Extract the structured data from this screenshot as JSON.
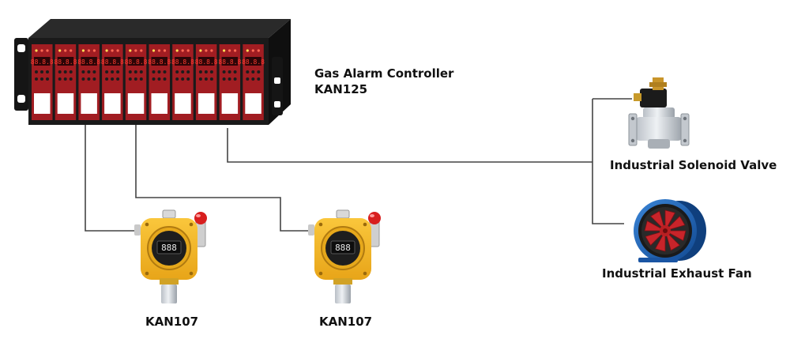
{
  "controller": {
    "title": "Gas Alarm Controller",
    "model": "KAN125",
    "channels": 10,
    "display_value": "88.8.8",
    "panel_color": "#a11d22",
    "chassis_color": "#1a1a1a"
  },
  "detectors": [
    {
      "label": "KAN107",
      "display_value": "888",
      "body_color": "#f2b321"
    },
    {
      "label": "KAN107",
      "display_value": "888",
      "body_color": "#f2b321"
    }
  ],
  "outputs": {
    "valve": {
      "label": "Industrial Solenoid Valve"
    },
    "fan": {
      "label": "Industrial Exhaust Fan",
      "color": "#1e63b8"
    }
  },
  "wire_color": "#444444"
}
